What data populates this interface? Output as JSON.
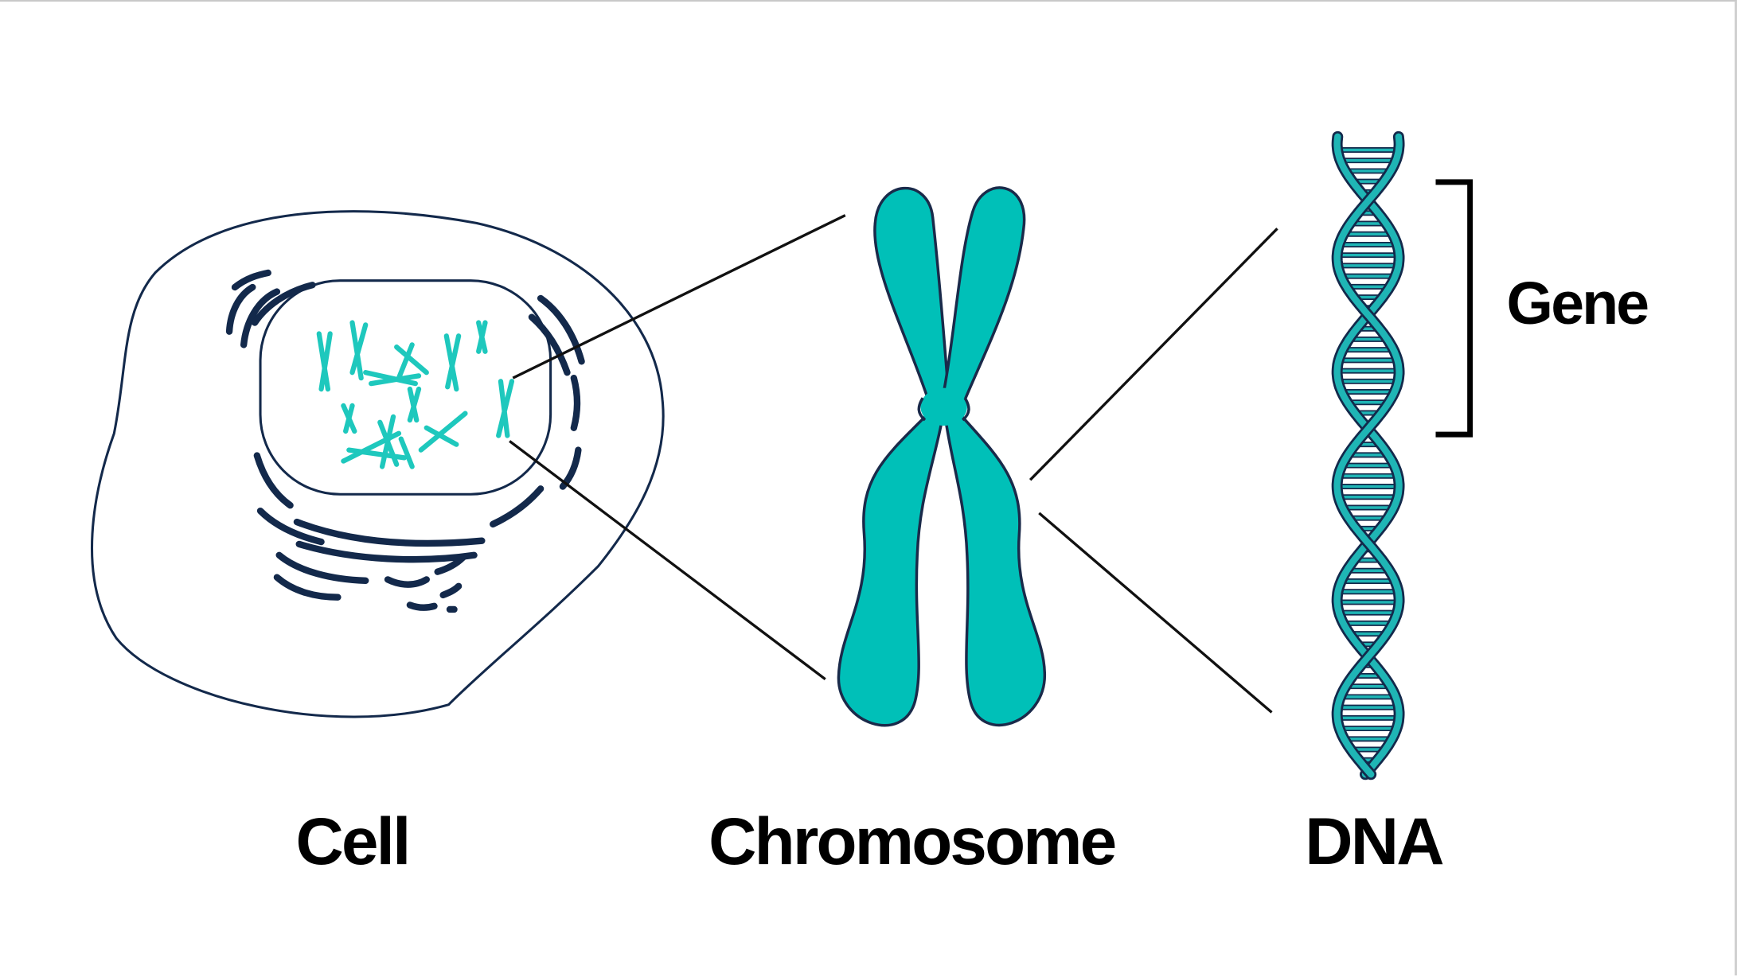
{
  "labels": {
    "cell": "Cell",
    "chromosome": "Chromosome",
    "dna": "DNA",
    "gene": "Gene"
  },
  "colors": {
    "teal": "#00c0b8",
    "dna_teal": "#1fb5b5",
    "navy": "#13294b",
    "line": "#111111"
  }
}
